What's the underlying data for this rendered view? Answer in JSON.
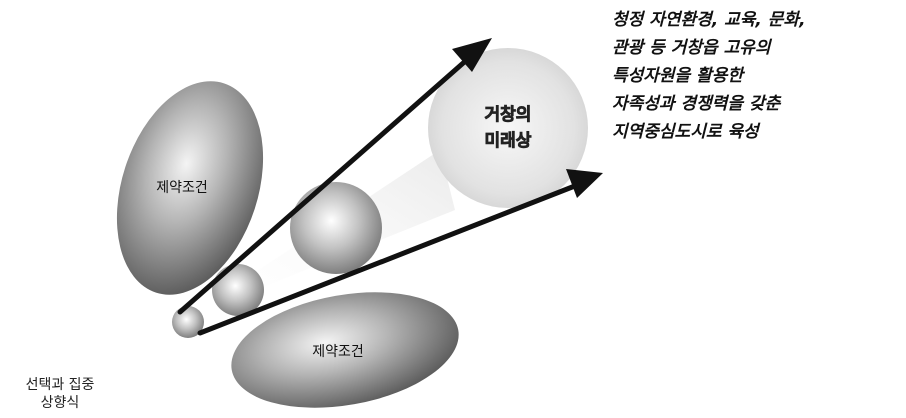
{
  "diagram": {
    "constraint_top_label": "제약조건",
    "constraint_bottom_label": "제약조건",
    "future_label_line1": "거창의",
    "future_label_line2": "미래상",
    "strategy_label_line1": "선택과 집중",
    "strategy_label_line2": "상향식"
  },
  "description": {
    "lines": [
      "청정 자연환경, 교육, 문화,",
      "관광 등 거창읍 고유의",
      "특성자원을 활용한",
      "자족성과 경쟁력을 갖춘",
      "지역중심도시로 육성"
    ]
  },
  "colors": {
    "arrow": "#111111",
    "ellipse_dark": "#6a6a6a",
    "sphere_light": "#e6e6e6"
  }
}
